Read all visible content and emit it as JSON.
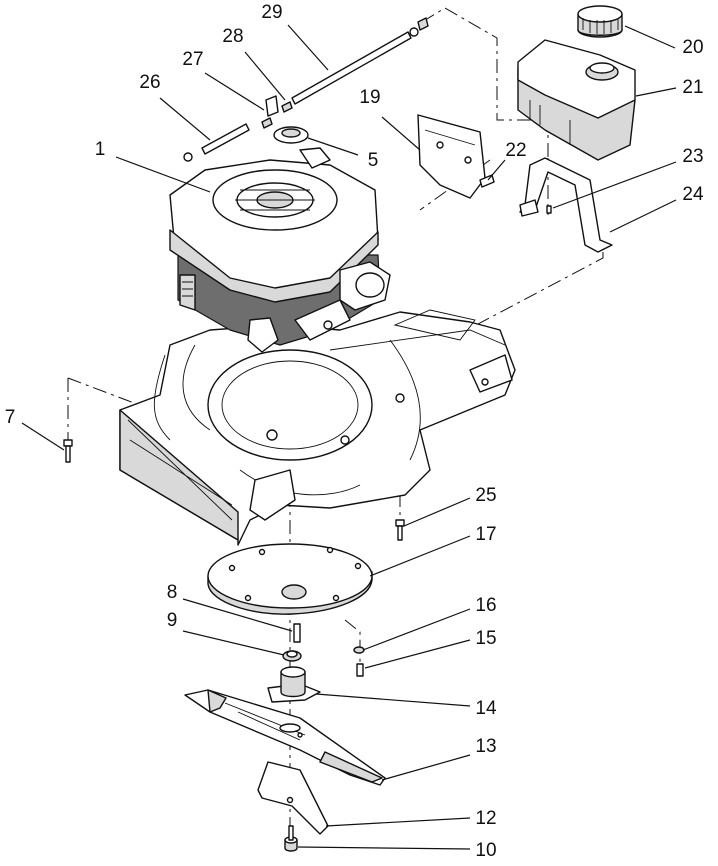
{
  "callouts": [
    {
      "id": "c1",
      "text": "1"
    },
    {
      "id": "c5",
      "text": "5"
    },
    {
      "id": "c7",
      "text": "7"
    },
    {
      "id": "c8",
      "text": "8"
    },
    {
      "id": "c9",
      "text": "9"
    },
    {
      "id": "c10",
      "text": "10"
    },
    {
      "id": "c12",
      "text": "12"
    },
    {
      "id": "c13",
      "text": "13"
    },
    {
      "id": "c14",
      "text": "14"
    },
    {
      "id": "c15",
      "text": "15"
    },
    {
      "id": "c16",
      "text": "16"
    },
    {
      "id": "c17",
      "text": "17"
    },
    {
      "id": "c19",
      "text": "19"
    },
    {
      "id": "c20",
      "text": "20"
    },
    {
      "id": "c21",
      "text": "21"
    },
    {
      "id": "c22",
      "text": "22"
    },
    {
      "id": "c23",
      "text": "23"
    },
    {
      "id": "c24",
      "text": "24"
    },
    {
      "id": "c25",
      "text": "25"
    },
    {
      "id": "c26",
      "text": "26"
    },
    {
      "id": "c27",
      "text": "27"
    },
    {
      "id": "c28",
      "text": "28"
    },
    {
      "id": "c29",
      "text": "29"
    }
  ]
}
